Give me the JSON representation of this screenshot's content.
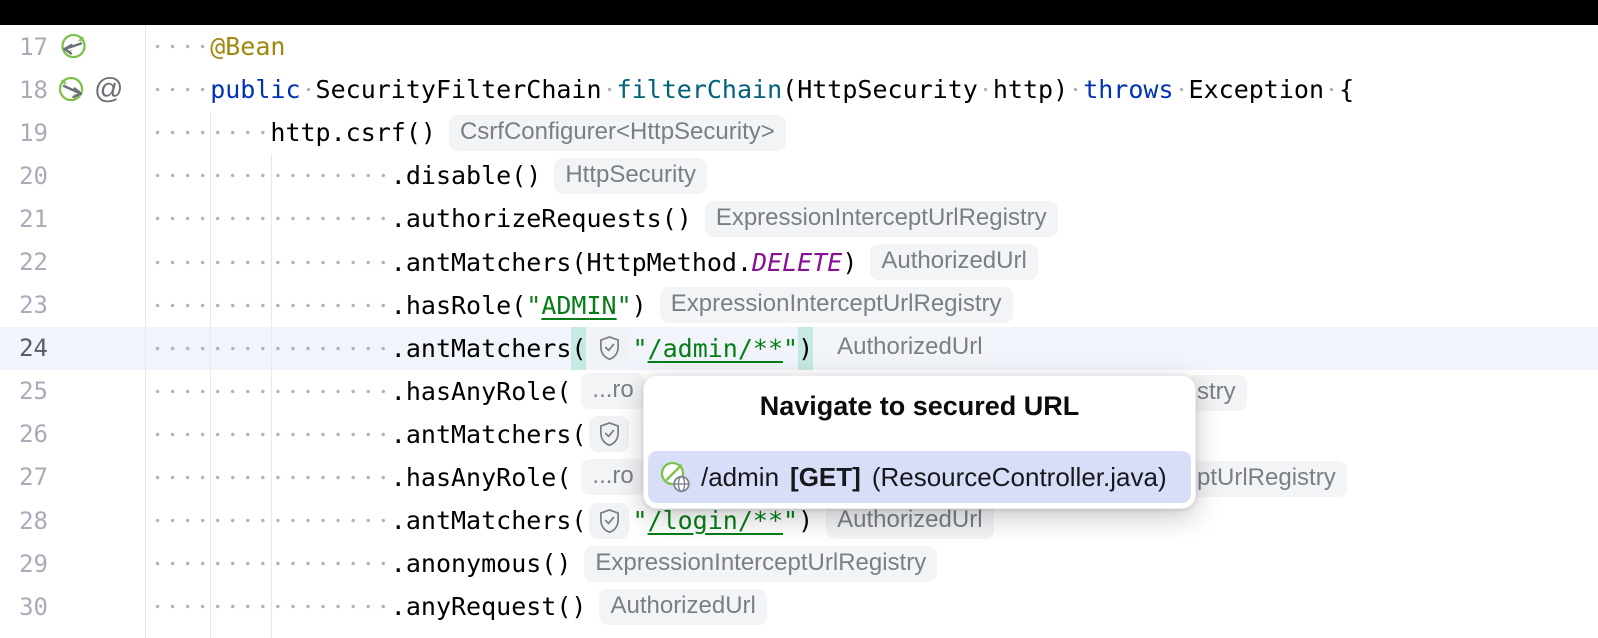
{
  "colors": {
    "topbar": "#000000",
    "keyword": "#0033B3",
    "method_declaration": "#00627A",
    "annotation": "#9E880D",
    "string": "#067D17",
    "constant": "#871094",
    "plain_text": "#000000",
    "inlay_text": "#7A7E87",
    "inlay_background": "#F3F4F6",
    "brace_match_background": "#C6E9E4",
    "current_line_background": "#F1F4FB",
    "popup_selected_item_background": "#D8DEF8",
    "line_number": "#A8ACB8",
    "current_line_number": "#585C66",
    "spring_green": "#7CC24A"
  },
  "editor": {
    "lines": [
      {
        "num": "17",
        "indent": 4,
        "icons": [
          "spring-bean-incoming-icon"
        ],
        "tokens": [
          {
            "c": "ann",
            "t": "@Bean"
          }
        ]
      },
      {
        "num": "18",
        "indent": 4,
        "icons": [
          "spring-bean-outgoing-icon",
          "annotation-at-icon"
        ],
        "tokens": [
          {
            "c": "kw",
            "t": "public"
          },
          {
            "c": "sp",
            "t": " "
          },
          {
            "c": "pl",
            "t": "SecurityFilterChain"
          },
          {
            "c": "sp",
            "t": " "
          },
          {
            "c": "fn",
            "t": "filterChain"
          },
          {
            "c": "pl",
            "t": "(HttpSecurity"
          },
          {
            "c": "sp",
            "t": " "
          },
          {
            "c": "pl",
            "t": "http)"
          },
          {
            "c": "sp",
            "t": " "
          },
          {
            "c": "kw",
            "t": "throws"
          },
          {
            "c": "sp",
            "t": " "
          },
          {
            "c": "pl",
            "t": "Exception"
          },
          {
            "c": "sp",
            "t": " "
          },
          {
            "c": "pl",
            "t": "{"
          }
        ]
      },
      {
        "num": "19",
        "indent": 8,
        "tokens": [
          {
            "c": "pl",
            "t": "http.csrf()"
          }
        ],
        "inlay": "CsrfConfigurer<HttpSecurity>"
      },
      {
        "num": "20",
        "indent": 16,
        "tokens": [
          {
            "c": "pl",
            "t": ".disable()"
          }
        ],
        "inlay": "HttpSecurity"
      },
      {
        "num": "21",
        "indent": 16,
        "tokens": [
          {
            "c": "pl",
            "t": ".authorizeRequests()"
          }
        ],
        "inlay": "ExpressionInterceptUrlRegistry"
      },
      {
        "num": "22",
        "indent": 16,
        "tokens": [
          {
            "c": "pl",
            "t": ".antMatchers(HttpMethod."
          },
          {
            "c": "const",
            "t": "DELETE"
          },
          {
            "c": "pl",
            "t": ")"
          }
        ],
        "inlay": "AuthorizedUrl"
      },
      {
        "num": "23",
        "indent": 16,
        "tokens": [
          {
            "c": "pl",
            "t": ".hasRole("
          },
          {
            "c": "str",
            "t": "\""
          },
          {
            "c": "strlink",
            "t": "ADMIN"
          },
          {
            "c": "str",
            "t": "\""
          },
          {
            "c": "pl",
            "t": ")"
          }
        ],
        "inlay": "ExpressionInterceptUrlRegistry"
      },
      {
        "num": "24",
        "indent": 16,
        "current": true,
        "tokens": [
          {
            "c": "pl",
            "t": ".antMatchers"
          },
          {
            "c": "brace",
            "t": "("
          },
          {
            "c": "shield",
            "icon": "shield-check-icon",
            "t": ""
          },
          {
            "c": "str",
            "t": "\""
          },
          {
            "c": "strlink",
            "t": "/admin/**"
          },
          {
            "c": "str",
            "t": "\""
          },
          {
            "c": "brace",
            "t": ")"
          }
        ],
        "inlay": "AuthorizedUrl"
      },
      {
        "num": "25",
        "indent": 16,
        "tokens": [
          {
            "c": "pl",
            "t": ".hasAnyRole("
          },
          {
            "c": "inlayclip",
            "t": "...ro"
          }
        ]
      },
      {
        "num": "26",
        "indent": 16,
        "tokens": [
          {
            "c": "pl",
            "t": ".antMatchers("
          },
          {
            "c": "shield",
            "icon": "shield-check-icon",
            "t": ""
          }
        ]
      },
      {
        "num": "27",
        "indent": 16,
        "tokens": [
          {
            "c": "pl",
            "t": ".hasAnyRole("
          },
          {
            "c": "inlayclip",
            "t": "...ro"
          }
        ]
      },
      {
        "num": "28",
        "indent": 16,
        "tokens": [
          {
            "c": "pl",
            "t": ".antMatchers("
          },
          {
            "c": "shield",
            "icon": "shield-check-icon",
            "t": ""
          },
          {
            "c": "str",
            "t": "\""
          },
          {
            "c": "strlink",
            "t": "/login/**"
          },
          {
            "c": "str",
            "t": "\""
          },
          {
            "c": "pl",
            "t": ")"
          }
        ],
        "inlay": "AuthorizedUrl"
      },
      {
        "num": "29",
        "indent": 16,
        "tokens": [
          {
            "c": "pl",
            "t": ".anonymous()"
          }
        ],
        "inlay": "ExpressionInterceptUrlRegistry"
      },
      {
        "num": "30",
        "indent": 16,
        "tokens": [
          {
            "c": "pl",
            "t": ".anyRequest()"
          }
        ],
        "inlay": "AuthorizedUrl"
      }
    ],
    "occluded_inlay_tails": [
      "stry",
      "ptUrlRegistry"
    ]
  },
  "popup": {
    "title": "Navigate to secured URL",
    "item": {
      "icon": "spring-secured-url-icon",
      "path": "/admin",
      "method": "[GET]",
      "file": "(ResourceController.java)"
    }
  }
}
